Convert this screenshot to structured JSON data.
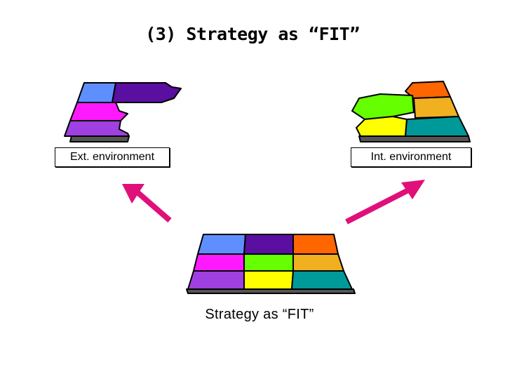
{
  "title": "(3) Strategy as “FIT”",
  "ext_label": "Ext. environment",
  "int_label": "Int. environment",
  "caption": "Strategy as “FIT”",
  "colors": {
    "blue": "#5f8fff",
    "purple": "#5a0fa0",
    "orange": "#ff6600",
    "magenta": "#ff19ff",
    "green": "#66ff00",
    "gold": "#f0b020",
    "violet": "#a040e0",
    "yellow": "#ffff00",
    "teal": "#009999",
    "arrow": "#e0107a"
  }
}
